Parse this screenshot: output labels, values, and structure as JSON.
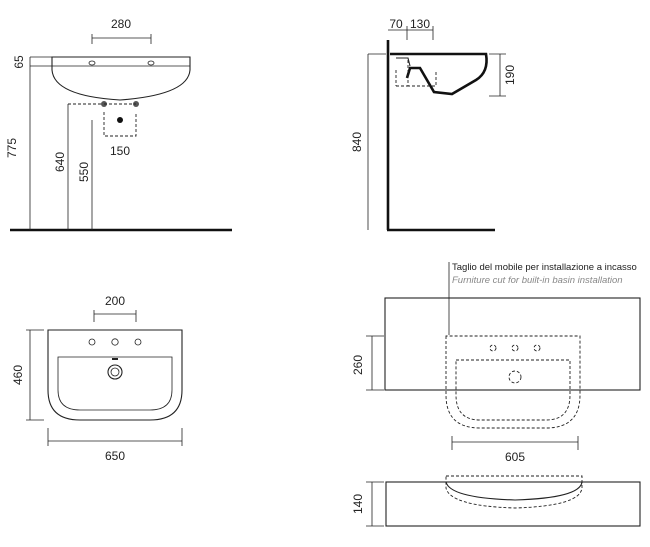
{
  "front_view": {
    "dims": {
      "hole_spacing": "280",
      "rim": "65",
      "height_rim": "775",
      "height_inlet": "640",
      "height_drain": "550",
      "drain_width": "150"
    }
  },
  "side_view": {
    "dims": {
      "wall_gap": "70",
      "depth_top": "130",
      "bowl_height": "190",
      "height_total": "840"
    }
  },
  "top_view": {
    "dims": {
      "hole_spacing": "200",
      "depth": "460",
      "width": "650"
    }
  },
  "cabinet_view": {
    "note_it": "Taglio del mobile per installazione a incasso",
    "note_en": "Furniture cut for built-in basin installation",
    "dims": {
      "depth": "260",
      "cut_width": "605"
    }
  },
  "section_view": {
    "dims": {
      "thickness": "140"
    }
  }
}
